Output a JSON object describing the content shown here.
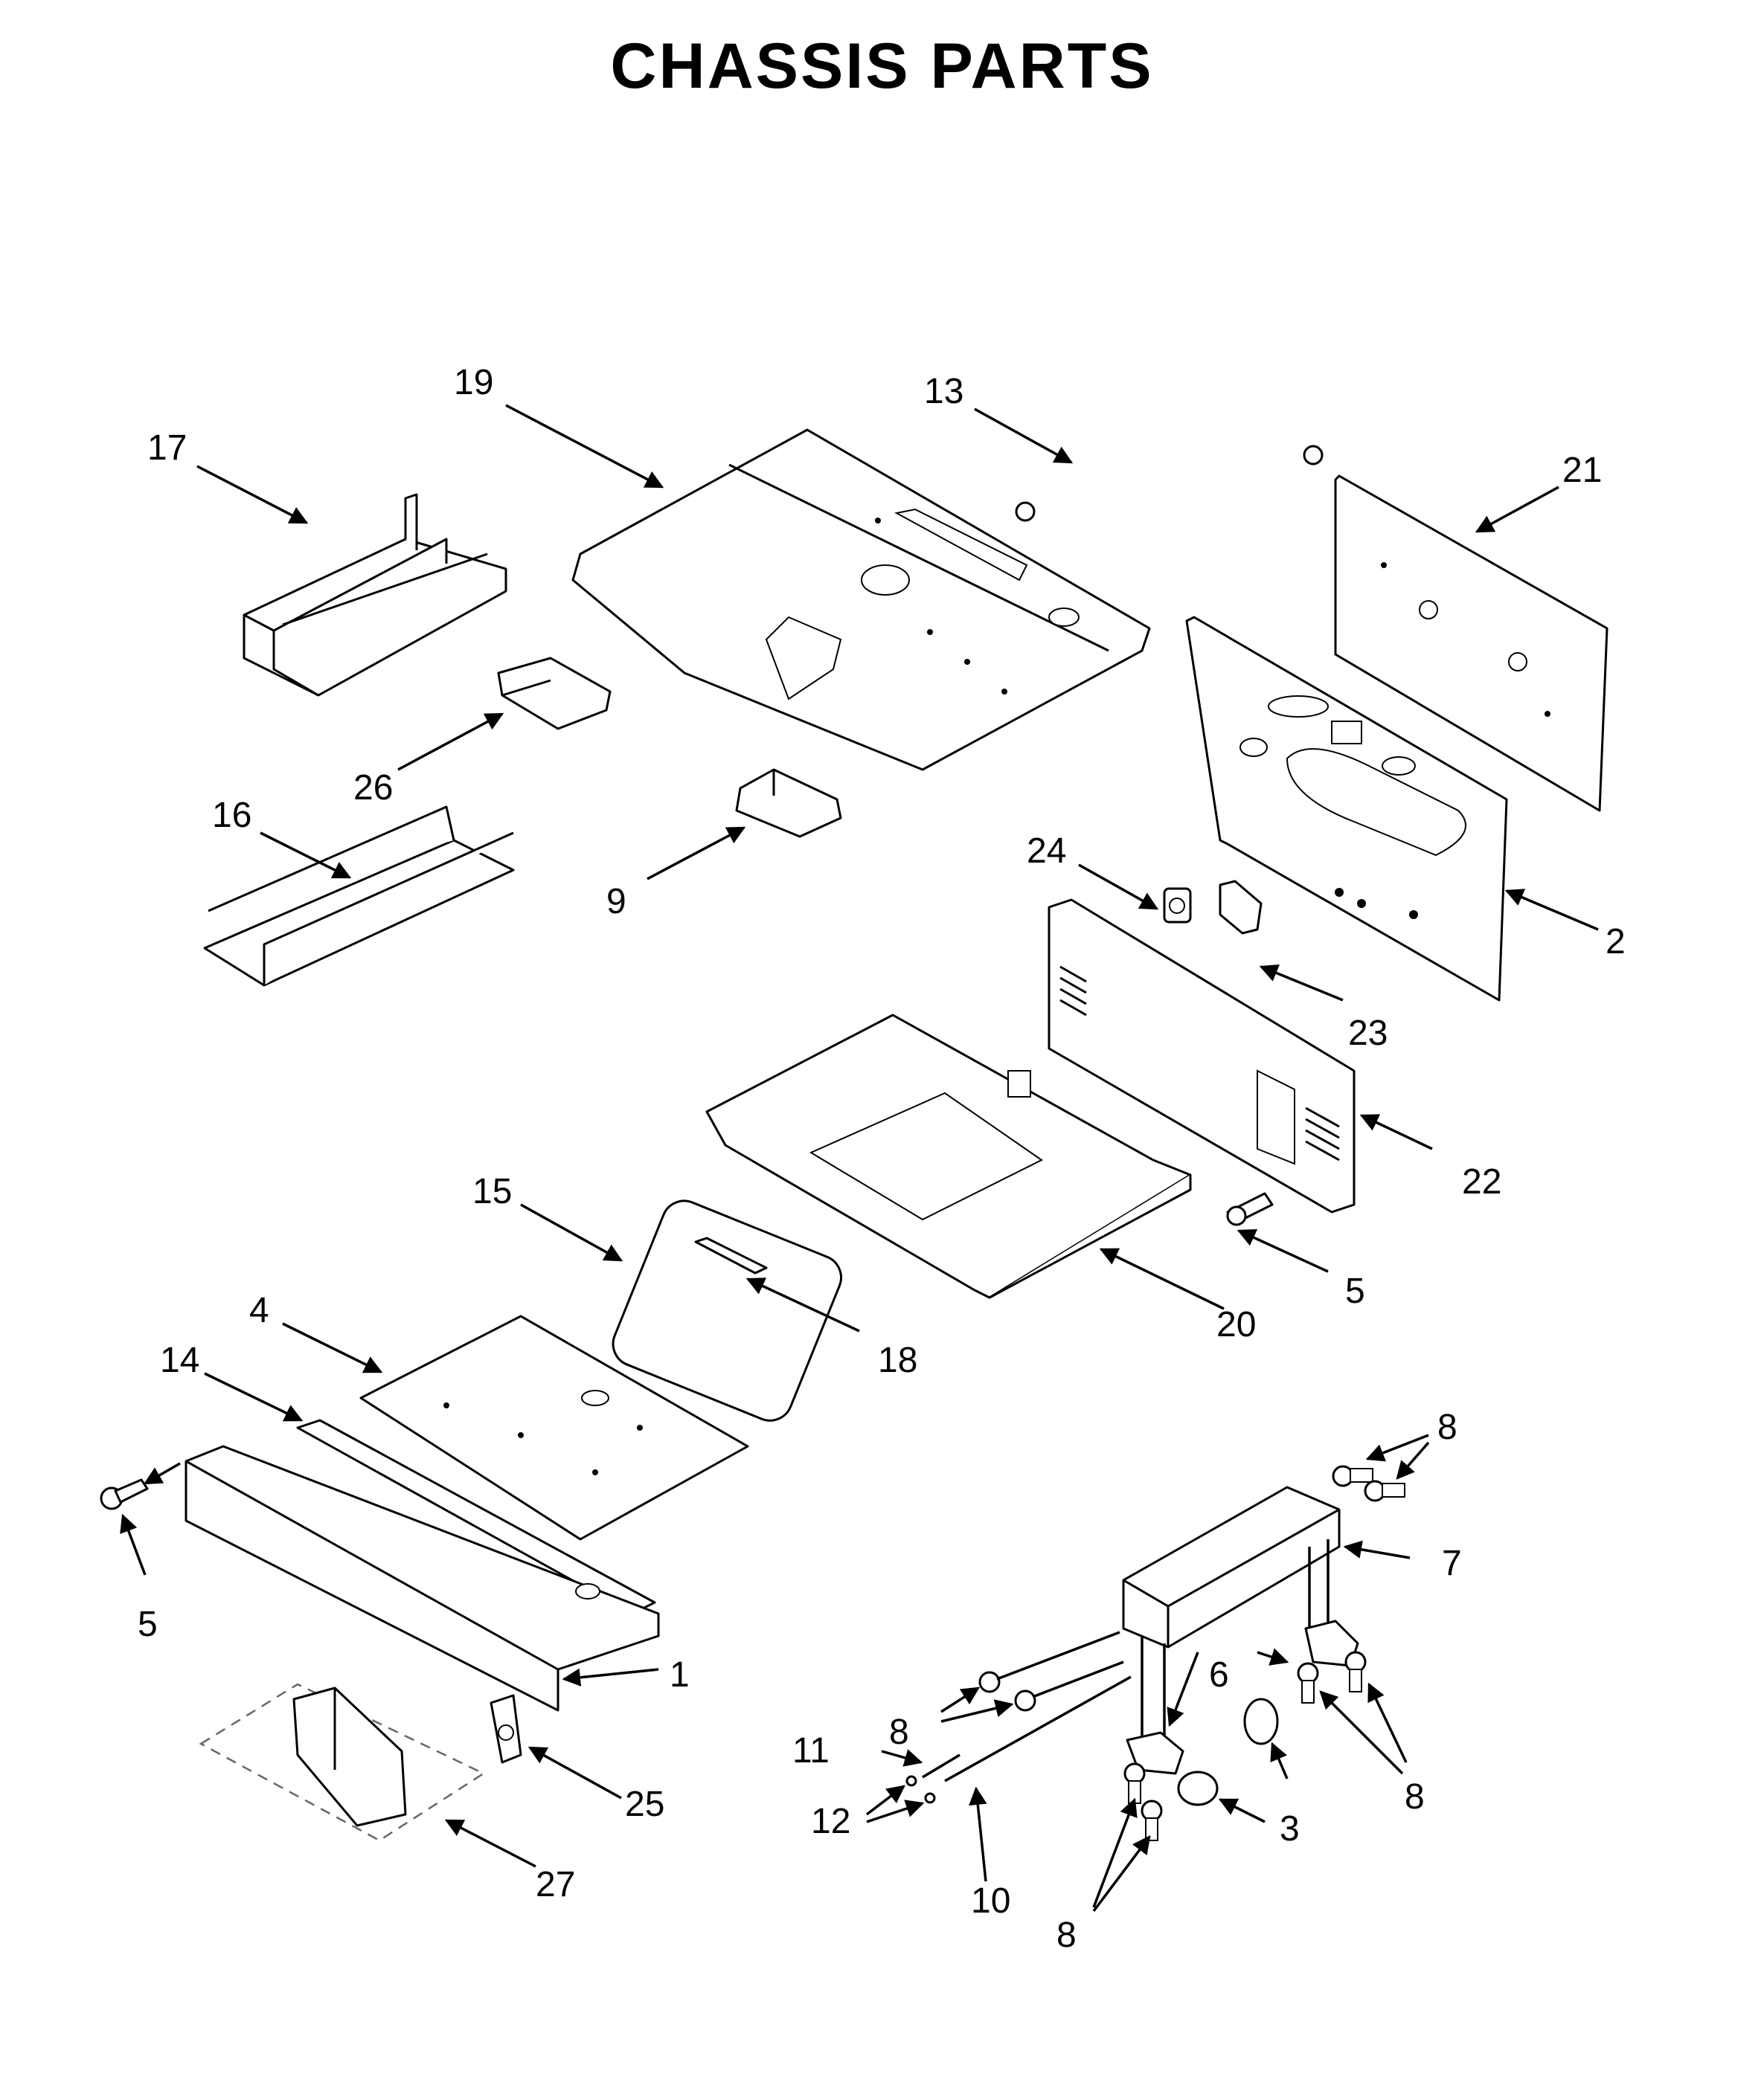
{
  "title": "CHASSIS PARTS",
  "callouts": {
    "c1": "1",
    "c2": "2",
    "c3": "3",
    "c4": "4",
    "c5a": "5",
    "c5b": "5",
    "c6": "6",
    "c7": "7",
    "c8a": "8",
    "c8b": "8",
    "c8c": "8",
    "c8d": "8",
    "c9": "9",
    "c10": "10",
    "c11": "11",
    "c12": "12",
    "c13": "13",
    "c14": "14",
    "c15": "15",
    "c16": "16",
    "c17": "17",
    "c18": "18",
    "c19": "19",
    "c20": "20",
    "c21": "21",
    "c22": "22",
    "c23": "23",
    "c24": "24",
    "c25": "25",
    "c26": "26",
    "c27": "27"
  }
}
